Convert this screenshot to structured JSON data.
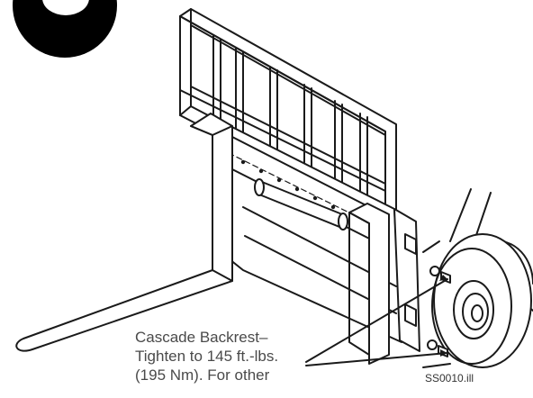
{
  "step_marker": {
    "color": "#000000"
  },
  "callout": {
    "lines": [
      "Cascade Backrest–",
      "Tighten to 145 ft.-lbs.",
      "(195 Nm).  For other"
    ]
  },
  "file_reference": "SS0010.ill",
  "colors": {
    "ink": "#1a1a1a",
    "caption": "#4a4a4a",
    "background": "#ffffff"
  }
}
